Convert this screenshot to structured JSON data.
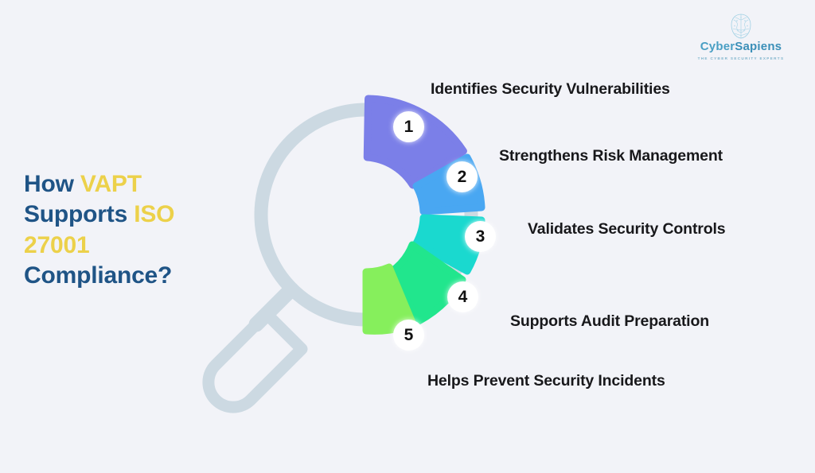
{
  "background_color": "#f2f3f8",
  "logo": {
    "icon": "brain-circuit-icon",
    "word_primary": "Cyber",
    "word_secondary": "Sapiens",
    "tagline": "THE CYBER SECURITY EXPERTS",
    "color": "#4a9fc4"
  },
  "headline": {
    "line1_a": "How ",
    "line1_b": "VAPT",
    "line2_a": "Supports ",
    "line2_b": "ISO",
    "line3": "27001",
    "line4": "Compliance?",
    "primary_color": "#1f5486",
    "accent_color": "#ecd14a",
    "full_text": "How VAPT Supports ISO 27001 Compliance?"
  },
  "magnifier": {
    "icon": "magnifying-glass-icon",
    "color": "#ccd9e2"
  },
  "chart_data": {
    "type": "pie",
    "title": "How VAPT Supports ISO 27001 Compliance?",
    "subtitle": "",
    "shape": "donut-half-arc",
    "arc_start_deg": -90,
    "arc_end_deg": 90,
    "legend_position": "right",
    "categories": [
      "Identifies Security Vulnerabilities",
      "Strengthens Risk Management",
      "Validates Security Controls",
      "Supports Audit Preparation",
      "Helps Prevent Security Incidents"
    ],
    "values": [
      20,
      20,
      20,
      20,
      20
    ],
    "colors": [
      "#7b7fe8",
      "#49a7f2",
      "#1ad9cf",
      "#21e68d",
      "#86ef5c"
    ]
  },
  "steps": [
    {
      "number": "1",
      "label": "Identifies Security Vulnerabilities",
      "color": "#7b7fe8"
    },
    {
      "number": "2",
      "label": "Strengthens Risk Management",
      "color": "#49a7f2"
    },
    {
      "number": "3",
      "label": "Validates Security Controls",
      "color": "#1ad9cf"
    },
    {
      "number": "4",
      "label": "Supports Audit Preparation",
      "color": "#21e68d"
    },
    {
      "number": "5",
      "label": "Helps Prevent Security Incidents",
      "color": "#86ef5c"
    }
  ]
}
